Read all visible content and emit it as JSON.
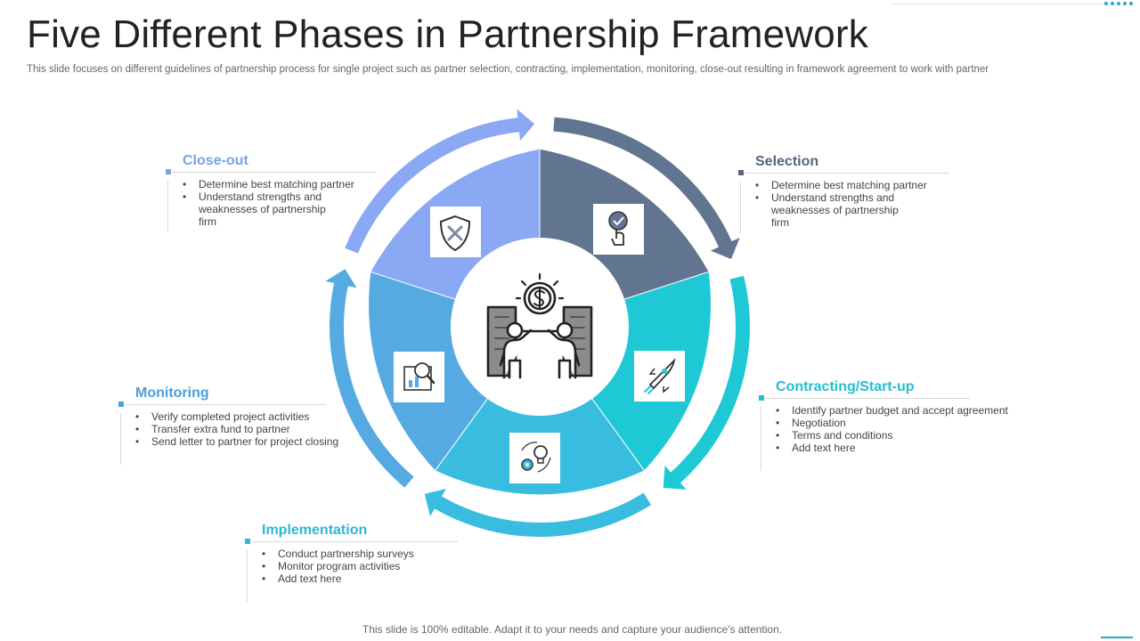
{
  "title": "Five Different Phases in Partnership Framework",
  "subtitle": "This slide focuses on different guidelines of partnership process for single project such as partner selection, contracting, implementation, monitoring, close-out resulting in framework agreement to work with partner",
  "footer": "This slide is 100% editable. Adapt it to your needs and capture your audience's attention.",
  "colors": {
    "selection": "#627590",
    "contracting": "#1ec8d4",
    "implementation": "#38bde0",
    "monitoring": "#55aae2",
    "closeout": "#8aa8f4"
  },
  "phases": {
    "closeout": {
      "title": "Close-out",
      "bullets": [
        "Determine best matching partner",
        "Understand strengths and weaknesses of partnership firm"
      ],
      "icon": "shield-x-icon"
    },
    "selection": {
      "title": "Selection",
      "bullets": [
        "Determine best matching partner",
        "Understand strengths and weaknesses of partnership firm"
      ],
      "icon": "hand-check-icon"
    },
    "contracting": {
      "title": "Contracting/Start-up",
      "bullets": [
        "Identify partner budget and accept agreement",
        "Negotiation",
        "Terms and conditions",
        "Add text here"
      ],
      "icon": "rocket-icon"
    },
    "implementation": {
      "title": "Implementation",
      "bullets": [
        "Conduct partnership surveys",
        "Monitor program activities",
        "Add text here"
      ],
      "icon": "gear-lightbulb-icon"
    },
    "monitoring": {
      "title": "Monitoring",
      "bullets": [
        "Verify completed project activities",
        "Transfer extra fund to partner",
        "Send letter to partner for project closing"
      ],
      "icon": "chart-magnifier-icon"
    }
  },
  "center_icon": "partnership-money-icon"
}
